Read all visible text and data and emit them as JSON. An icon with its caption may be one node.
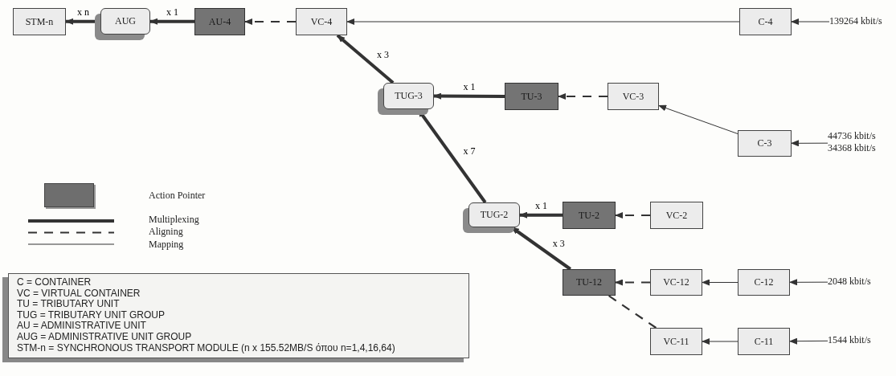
{
  "diagram": {
    "nodes": [
      {
        "text": [
          "STM-n"
        ]
      },
      {
        "text": [
          "AUG"
        ]
      },
      {
        "text": [
          "AU-4"
        ]
      },
      {
        "text": [
          "VC-4"
        ]
      },
      {
        "text": [
          "C-4"
        ]
      },
      {
        "text": [
          "TUG-3"
        ]
      },
      {
        "text": [
          "TU-3"
        ]
      },
      {
        "text": [
          "VC-3"
        ]
      },
      {
        "text": [
          "C-3"
        ]
      },
      {
        "text": [
          "TUG-2"
        ]
      },
      {
        "text": [
          "TU-2"
        ]
      },
      {
        "text": [
          "VC-2"
        ]
      },
      {
        "text": [
          "TU-12"
        ]
      },
      {
        "text": [
          "VC-12"
        ]
      },
      {
        "text": [
          "C-12"
        ]
      },
      {
        "text": [
          "VC-11"
        ]
      },
      {
        "text": [
          "C-11"
        ]
      },
      {
        "text": [
          "139264 kbit/s"
        ]
      },
      {
        "text": [
          "44736 kbit/s",
          "34368 kbit/s"
        ]
      },
      {
        "text": [
          "2048 kbit/s"
        ]
      },
      {
        "text": [
          "1544 kbit/s"
        ]
      },
      {
        "text": [
          "C = CONTAINER",
          "VC = VIRTUAL CONTAINER",
          "TU = TRIBUTARY UNIT",
          "TUG = TRIBUTARY UNIT GROUP",
          "AU = ADMINISTRATIVE UNIT",
          "AUG = ADMINISTRATIVE UNIT GROUP",
          "STM-n = SYNCHRONOUS TRANSPORT MODULE (n x 155.52MB/S όπου n=1,4,16,64)"
        ]
      }
    ],
    "edges": [
      {
        "from": 1,
        "to": 0,
        "arrow": "to",
        "label": "x n",
        "style": "thick"
      },
      {
        "from": 2,
        "to": 1,
        "arrow": "to",
        "label": "x 1",
        "style": "thick"
      },
      {
        "from": 3,
        "to": 2,
        "arrow": "to",
        "style": "dashed"
      },
      {
        "from": 4,
        "to": 3,
        "arrow": "to"
      },
      {
        "from": 5,
        "to": 3,
        "arrow": "to",
        "label": "x 3",
        "style": "thick"
      },
      {
        "from": 6,
        "to": 5,
        "arrow": "to",
        "label": "x 1",
        "style": "thick"
      },
      {
        "from": 7,
        "to": 6,
        "arrow": "to",
        "style": "dashed"
      },
      {
        "from": 8,
        "to": 7,
        "arrow": "to"
      },
      {
        "from": 9,
        "to": 5,
        "arrow": "to",
        "label": "x 7",
        "style": "thick"
      },
      {
        "from": 10,
        "to": 9,
        "arrow": "to",
        "label": "x 1",
        "style": "thick"
      },
      {
        "from": 11,
        "to": 10,
        "arrow": "to",
        "style": "dashed"
      },
      {
        "from": 12,
        "to": 9,
        "arrow": "to",
        "label": "x 3",
        "style": "thick"
      },
      {
        "from": 13,
        "to": 12,
        "arrow": "to",
        "style": "dashed"
      },
      {
        "from": 14,
        "to": 13,
        "arrow": "to"
      },
      {
        "from": 15,
        "to": 12,
        "arrow": "none",
        "style": "dashed"
      },
      {
        "from": 16,
        "to": 15,
        "arrow": "to"
      },
      {
        "from": 17,
        "to": 4,
        "arrow": "to"
      },
      {
        "from": 18,
        "to": 8,
        "arrow": "to"
      },
      {
        "from": 19,
        "to": 14,
        "arrow": "to"
      },
      {
        "from": 20,
        "to": 16,
        "arrow": "to"
      }
    ],
    "legend": [
      {
        "text": "Action Pointer",
        "color": "#6e6e6e"
      },
      {
        "text": "Multiplexing"
      },
      {
        "text": "Aligning"
      },
      {
        "text": "Mapping"
      }
    ]
  }
}
